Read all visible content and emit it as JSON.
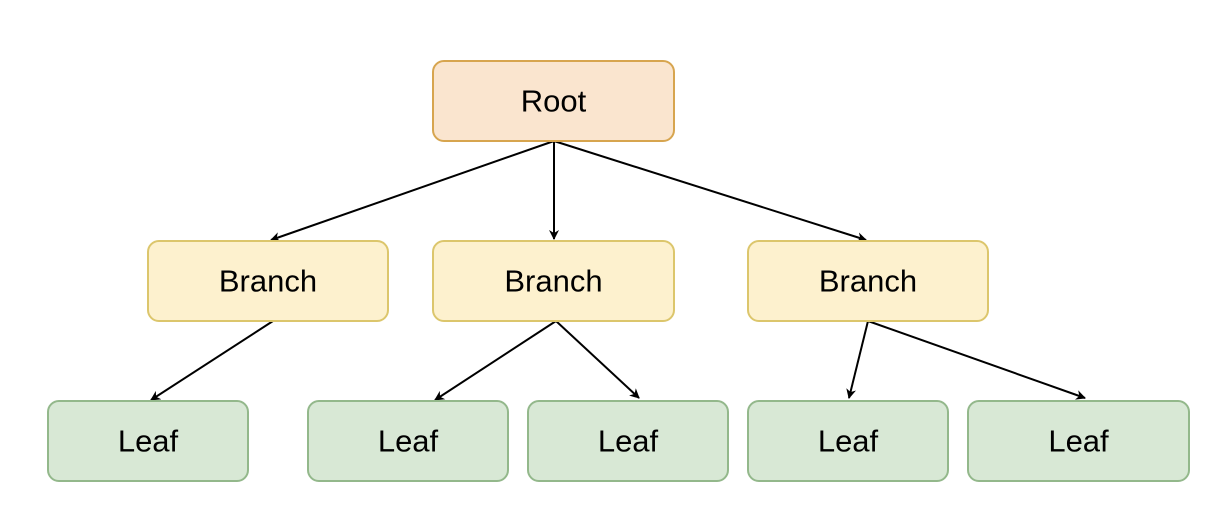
{
  "diagram": {
    "nodes": {
      "root": {
        "label": "Root"
      },
      "branch_left": {
        "label": "Branch"
      },
      "branch_middle": {
        "label": "Branch"
      },
      "branch_right": {
        "label": "Branch"
      },
      "leaf_1": {
        "label": "Leaf"
      },
      "leaf_2": {
        "label": "Leaf"
      },
      "leaf_3": {
        "label": "Leaf"
      },
      "leaf_4": {
        "label": "Leaf"
      },
      "leaf_5": {
        "label": "Leaf"
      }
    },
    "colors": {
      "root_fill": "#fae5cf",
      "root_stroke": "#d7a54f",
      "branch_fill": "#fdf1ce",
      "branch_stroke": "#dcc66c",
      "leaf_fill": "#d8e8d5",
      "leaf_stroke": "#93b88b",
      "edge": "#000000"
    }
  }
}
